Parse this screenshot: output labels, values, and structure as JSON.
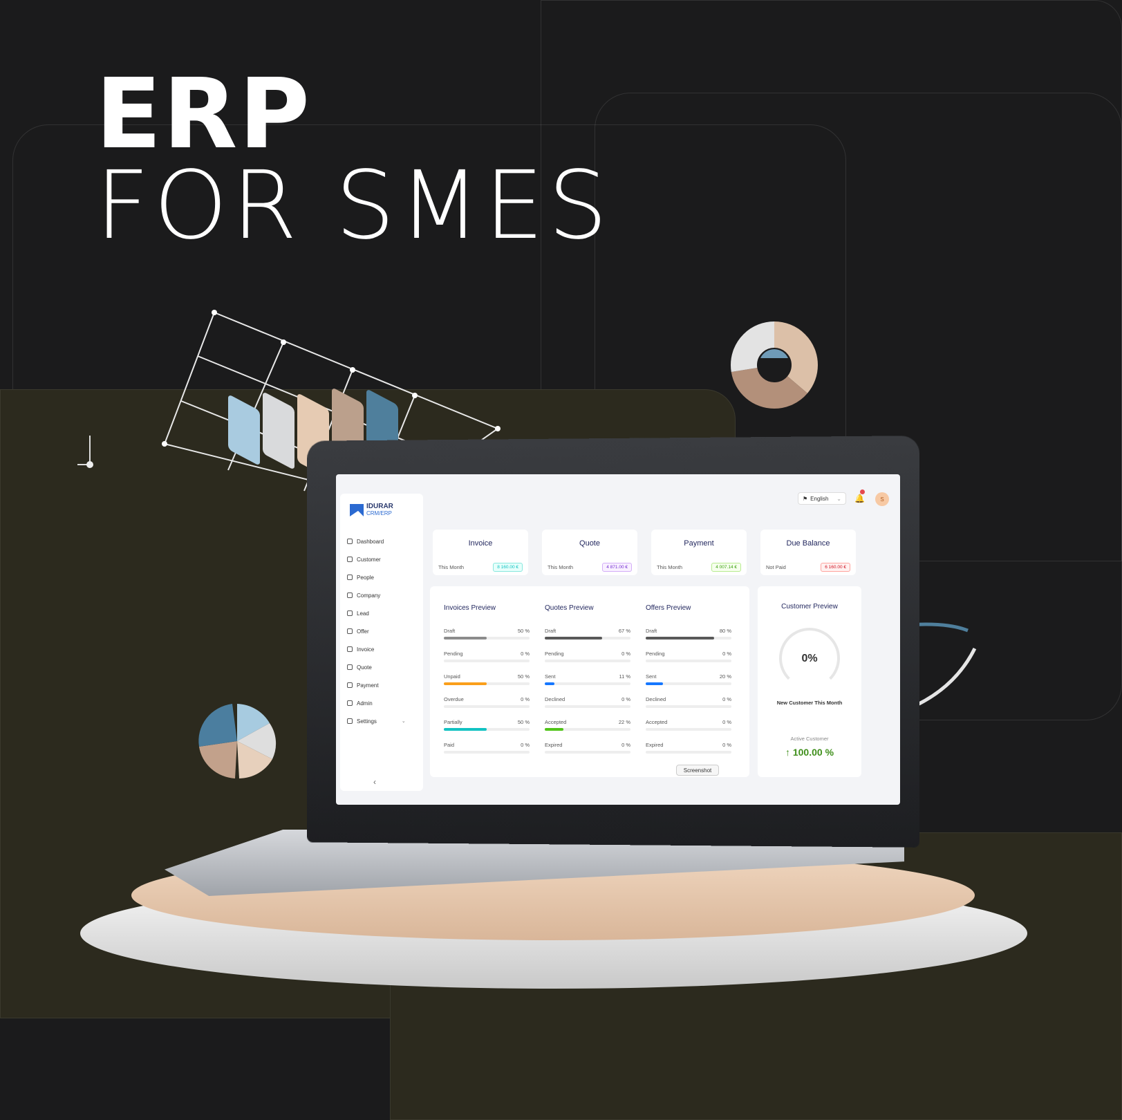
{
  "hero": {
    "line1": "ERP",
    "line2": "FOR SMES"
  },
  "app": {
    "logo": {
      "name": "IDURAR",
      "sub": "CRM/ERP"
    },
    "topbar": {
      "language": "English",
      "avatar_initial": "S"
    },
    "sidebar": {
      "items": [
        {
          "label": "Dashboard",
          "icon": "dashboard-icon"
        },
        {
          "label": "Customer",
          "icon": "headset-icon"
        },
        {
          "label": "People",
          "icon": "user-icon"
        },
        {
          "label": "Company",
          "icon": "building-icon"
        },
        {
          "label": "Lead",
          "icon": "filter-icon"
        },
        {
          "label": "Offer",
          "icon": "file-icon"
        },
        {
          "label": "Invoice",
          "icon": "invoice-icon"
        },
        {
          "label": "Quote",
          "icon": "quote-icon"
        },
        {
          "label": "Payment",
          "icon": "credit-card-icon"
        },
        {
          "label": "Admin",
          "icon": "admin-icon"
        },
        {
          "label": "Settings",
          "icon": "gear-icon"
        }
      ]
    },
    "cards": [
      {
        "title": "Invoice",
        "label": "This Month",
        "value": "8 160.00 €",
        "color": "#13c2c2"
      },
      {
        "title": "Quote",
        "label": "This Month",
        "value": "4 871.00 €",
        "color": "#722ed1"
      },
      {
        "title": "Payment",
        "label": "This Month",
        "value": "4 007.14 €",
        "color": "#52c41a"
      },
      {
        "title": "Due Balance",
        "label": "Not Paid",
        "value": "6 160.00 €",
        "color": "#f5222d"
      }
    ],
    "previews": [
      {
        "title": "Invoices Preview",
        "rows": [
          {
            "label": "Draft",
            "value": "50 %",
            "pct": 50,
            "color": "#8c8c8c"
          },
          {
            "label": "Pending",
            "value": "0 %",
            "pct": 0,
            "color": "#8c8c8c"
          },
          {
            "label": "Unpaid",
            "value": "50 %",
            "pct": 50,
            "color": "#fa9f1b"
          },
          {
            "label": "Overdue",
            "value": "0 %",
            "pct": 0,
            "color": "#8c8c8c"
          },
          {
            "label": "Partially",
            "value": "50 %",
            "pct": 50,
            "color": "#13c2c2"
          },
          {
            "label": "Paid",
            "value": "0 %",
            "pct": 0,
            "color": "#8c8c8c"
          }
        ]
      },
      {
        "title": "Quotes Preview",
        "rows": [
          {
            "label": "Draft",
            "value": "67 %",
            "pct": 67,
            "color": "#595959"
          },
          {
            "label": "Pending",
            "value": "0 %",
            "pct": 0,
            "color": "#595959"
          },
          {
            "label": "Sent",
            "value": "11 %",
            "pct": 11,
            "color": "#1677ff"
          },
          {
            "label": "Declined",
            "value": "0 %",
            "pct": 0,
            "color": "#595959"
          },
          {
            "label": "Accepted",
            "value": "22 %",
            "pct": 22,
            "color": "#52c41a"
          },
          {
            "label": "Expired",
            "value": "0 %",
            "pct": 0,
            "color": "#595959"
          }
        ]
      },
      {
        "title": "Offers Preview",
        "rows": [
          {
            "label": "Draft",
            "value": "80 %",
            "pct": 80,
            "color": "#595959"
          },
          {
            "label": "Pending",
            "value": "0 %",
            "pct": 0,
            "color": "#595959"
          },
          {
            "label": "Sent",
            "value": "20 %",
            "pct": 20,
            "color": "#1677ff"
          },
          {
            "label": "Declined",
            "value": "0 %",
            "pct": 0,
            "color": "#595959"
          },
          {
            "label": "Accepted",
            "value": "0 %",
            "pct": 0,
            "color": "#595959"
          },
          {
            "label": "Expired",
            "value": "0 %",
            "pct": 0,
            "color": "#595959"
          }
        ]
      }
    ],
    "customer_preview": {
      "title": "Customer Preview",
      "gauge_value": "0%",
      "subtitle": "New Customer This Month",
      "active_label": "Active Customer",
      "active_value": "100.00 %"
    },
    "screenshot_button": "Screenshot"
  },
  "colors": {
    "background": "#1b1b1c",
    "olive": "#2c2a1e",
    "accent": "#2b6ad1"
  }
}
